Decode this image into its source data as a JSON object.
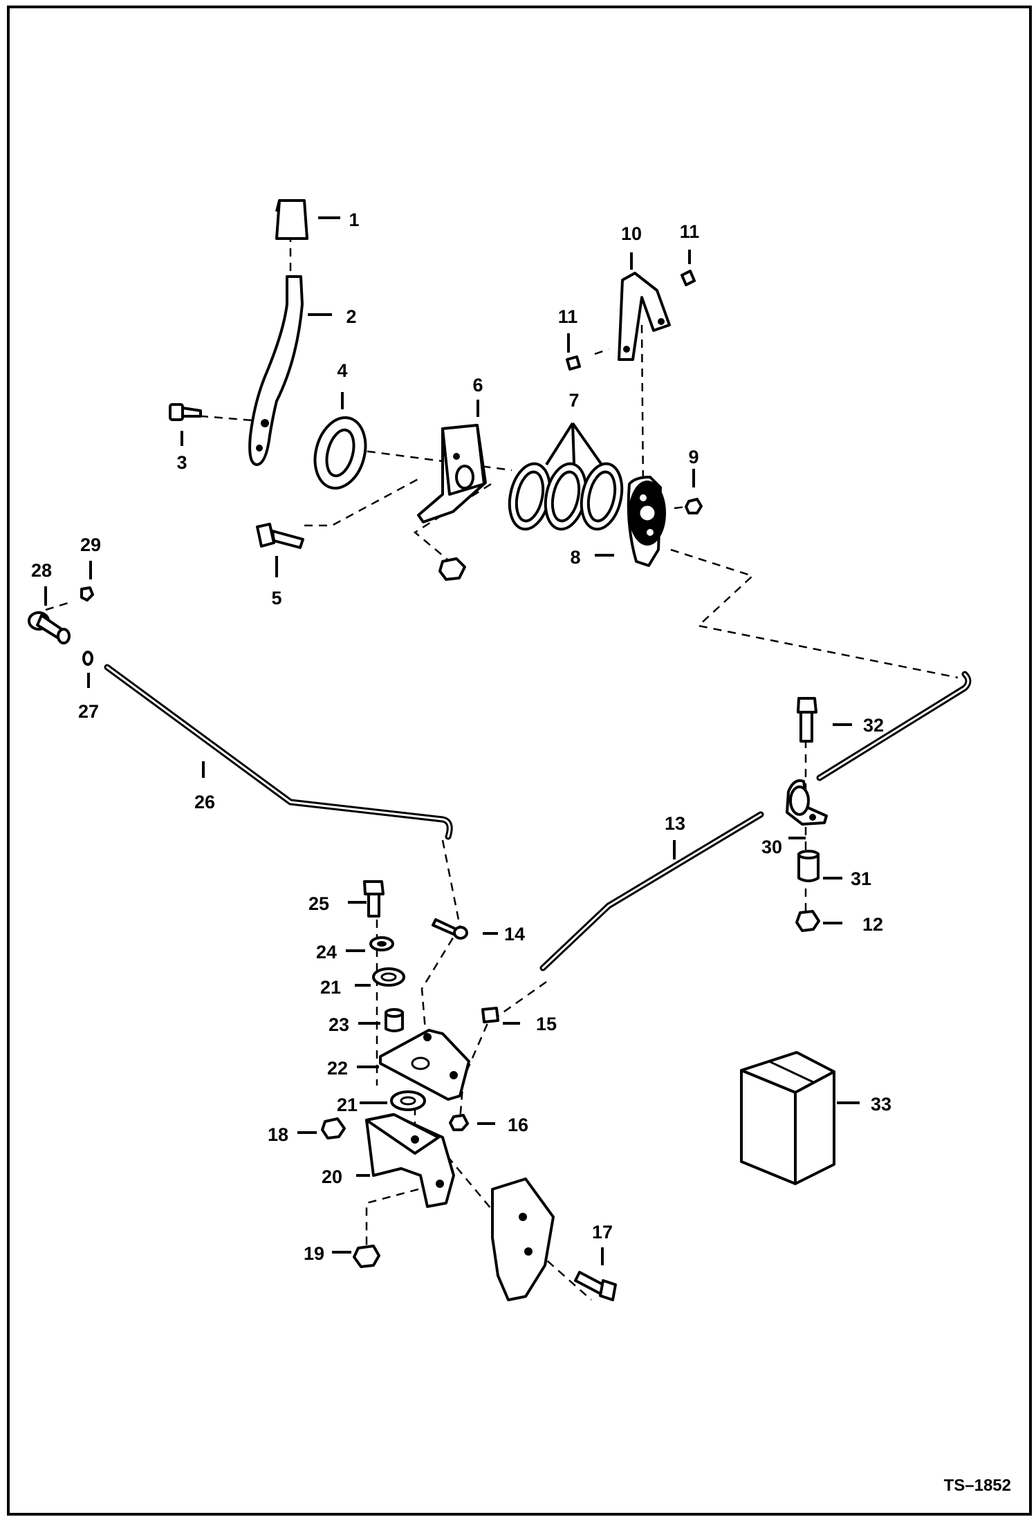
{
  "diagram": {
    "callouts": {
      "c1": "1",
      "c2": "2",
      "c3": "3",
      "c4": "4",
      "c5": "5",
      "c6": "6",
      "c7": "7",
      "c8": "8",
      "c9": "9",
      "c10": "10",
      "c11a": "11",
      "c11b": "11",
      "c12": "12",
      "c13": "13",
      "c14": "14",
      "c15": "15",
      "c16": "16",
      "c17": "17",
      "c18": "18",
      "c19": "19",
      "c20": "20",
      "c21a": "21",
      "c21b": "21",
      "c22": "22",
      "c23": "23",
      "c24": "24",
      "c25": "25",
      "c26": "26",
      "c27": "27",
      "c28": "28",
      "c29": "29",
      "c30": "30",
      "c31": "31",
      "c32": "32",
      "c33": "33"
    },
    "drawing_code": "TS–1852"
  }
}
